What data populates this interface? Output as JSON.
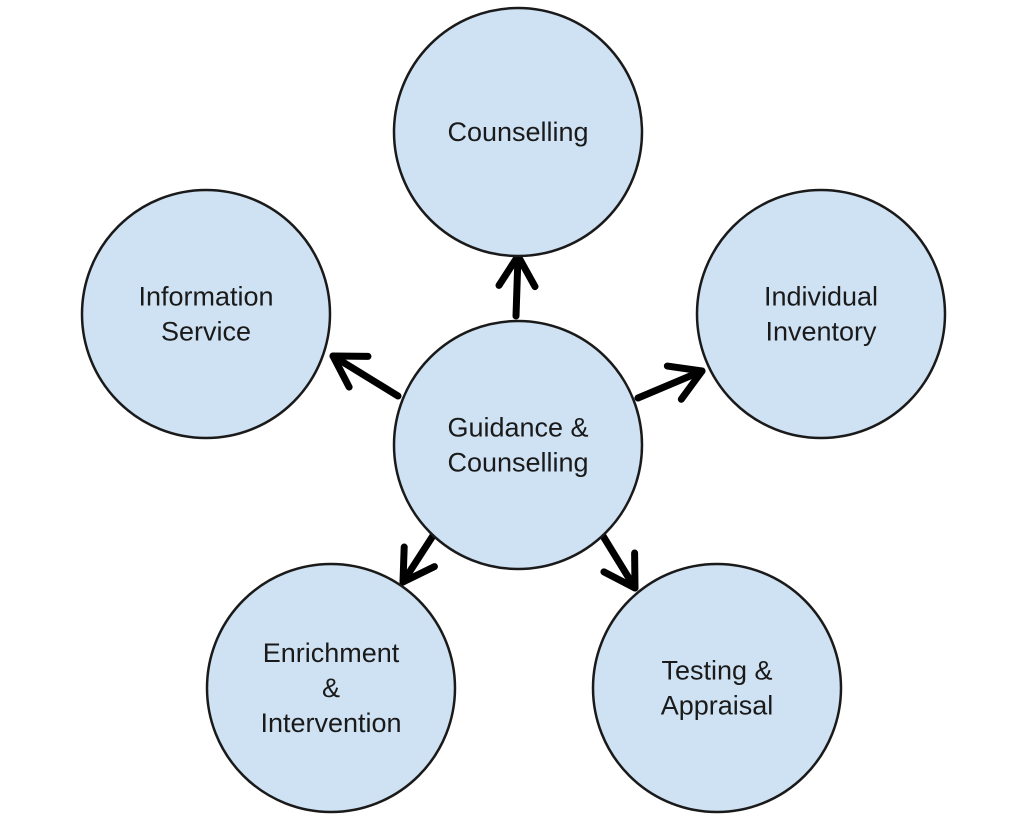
{
  "diagram": {
    "center": {
      "lines": [
        "Guidance &",
        "Counselling"
      ]
    },
    "nodes": [
      {
        "id": "counselling",
        "lines": [
          "Counselling"
        ]
      },
      {
        "id": "individual-inventory",
        "lines": [
          "Individual",
          "Inventory"
        ]
      },
      {
        "id": "testing-appraisal",
        "lines": [
          "Testing &",
          "Appraisal"
        ]
      },
      {
        "id": "enrichment-intervention",
        "lines": [
          "Enrichment",
          "&",
          "Intervention"
        ]
      },
      {
        "id": "information-service",
        "lines": [
          "Information",
          "Service"
        ]
      }
    ],
    "colors": {
      "node_fill": "#cfe2f3",
      "node_stroke": "#1a1a1a",
      "arrow": "#000000",
      "text": "#1a1a1a"
    }
  }
}
